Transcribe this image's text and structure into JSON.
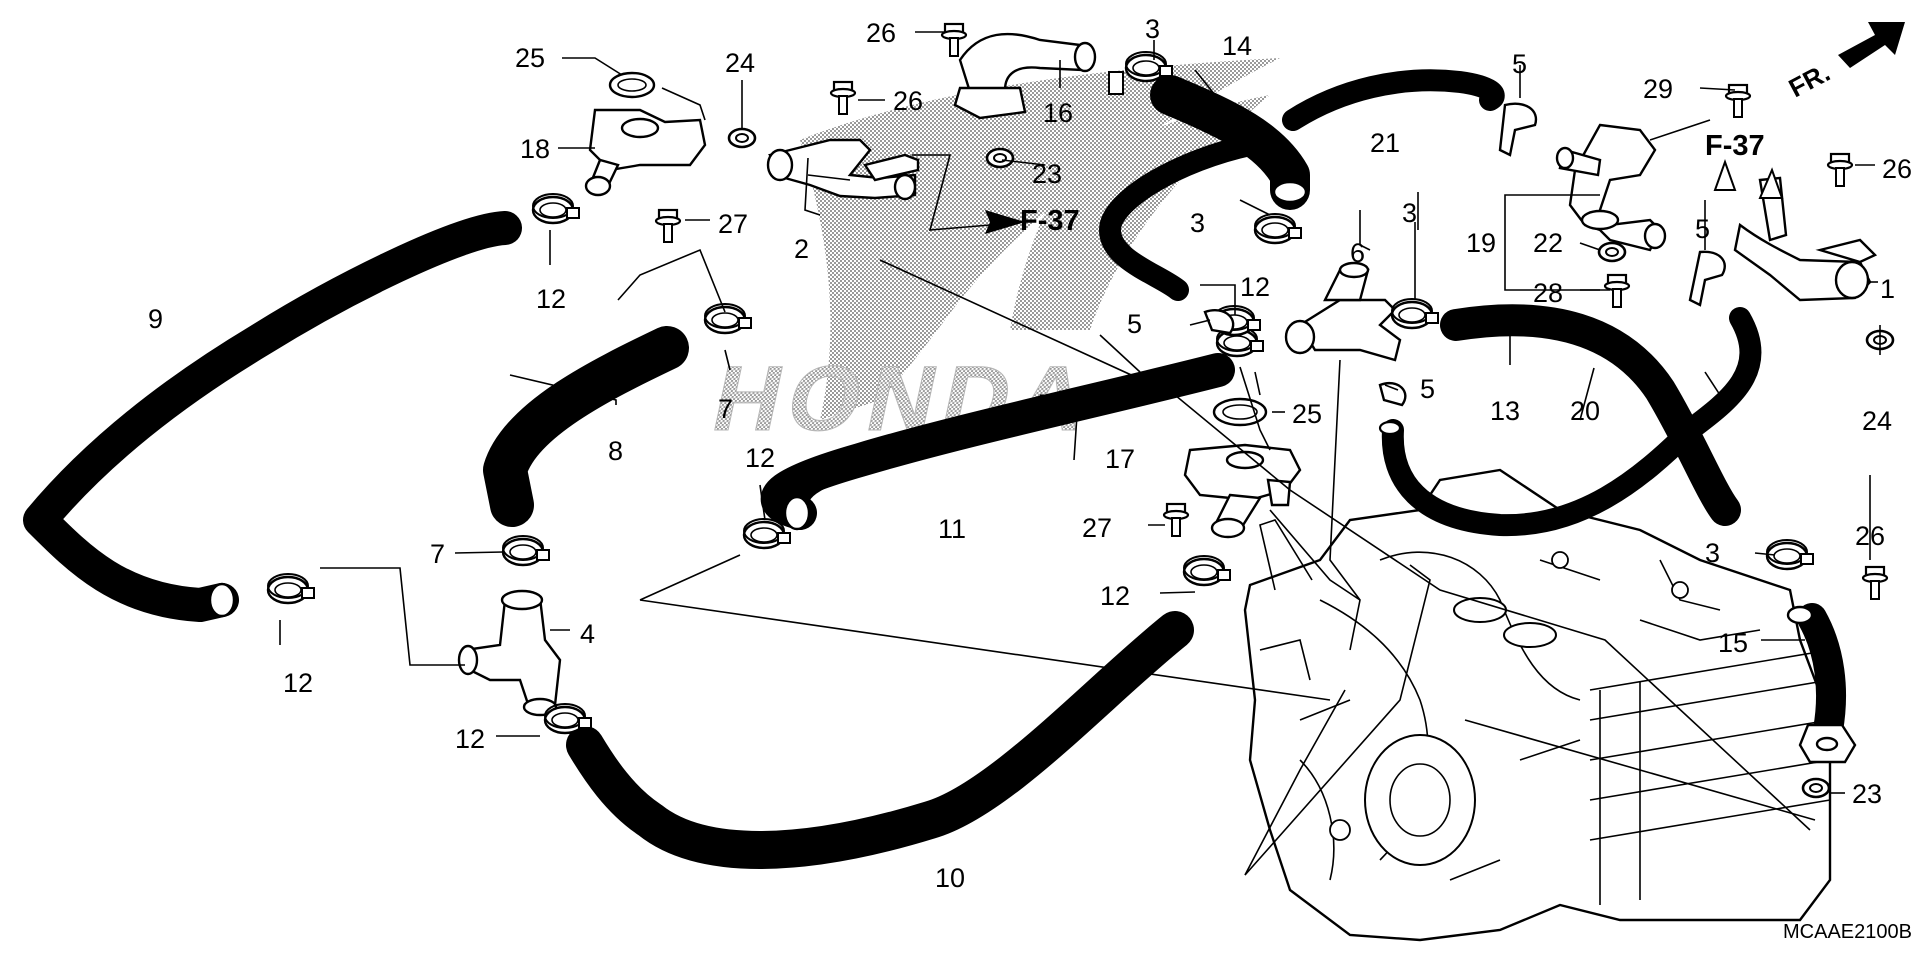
{
  "diagram": {
    "drawing_code": "MCAAE2100B",
    "front_marker": "FR.",
    "watermark": "HONDA",
    "references": [
      {
        "id": "ref-f37-center",
        "text": "F-37"
      },
      {
        "id": "ref-f37-right",
        "text": "F-37"
      }
    ],
    "callouts": [
      {
        "id": "c1",
        "text": "1"
      },
      {
        "id": "c2",
        "text": "2"
      },
      {
        "id": "c3a",
        "text": "3"
      },
      {
        "id": "c3b",
        "text": "3"
      },
      {
        "id": "c3c",
        "text": "3"
      },
      {
        "id": "c3d",
        "text": "3"
      },
      {
        "id": "c4",
        "text": "4"
      },
      {
        "id": "c5a",
        "text": "5"
      },
      {
        "id": "c5b",
        "text": "5"
      },
      {
        "id": "c5c",
        "text": "5"
      },
      {
        "id": "c5d",
        "text": "5"
      },
      {
        "id": "c6",
        "text": "6"
      },
      {
        "id": "c7a",
        "text": "7"
      },
      {
        "id": "c7b",
        "text": "7"
      },
      {
        "id": "c8",
        "text": "8"
      },
      {
        "id": "c9",
        "text": "9"
      },
      {
        "id": "c10",
        "text": "10"
      },
      {
        "id": "c11",
        "text": "11"
      },
      {
        "id": "c12a",
        "text": "12"
      },
      {
        "id": "c12b",
        "text": "12"
      },
      {
        "id": "c12c",
        "text": "12"
      },
      {
        "id": "c12d",
        "text": "12"
      },
      {
        "id": "c12e",
        "text": "12"
      },
      {
        "id": "c12f",
        "text": "12"
      },
      {
        "id": "c13",
        "text": "13"
      },
      {
        "id": "c14",
        "text": "14"
      },
      {
        "id": "c15",
        "text": "15"
      },
      {
        "id": "c16",
        "text": "16"
      },
      {
        "id": "c17",
        "text": "17"
      },
      {
        "id": "c18",
        "text": "18"
      },
      {
        "id": "c19",
        "text": "19"
      },
      {
        "id": "c20",
        "text": "20"
      },
      {
        "id": "c21",
        "text": "21"
      },
      {
        "id": "c22",
        "text": "22"
      },
      {
        "id": "c23a",
        "text": "23"
      },
      {
        "id": "c23b",
        "text": "23"
      },
      {
        "id": "c24a",
        "text": "24"
      },
      {
        "id": "c24b",
        "text": "24"
      },
      {
        "id": "c25a",
        "text": "25"
      },
      {
        "id": "c25b",
        "text": "25"
      },
      {
        "id": "c26a",
        "text": "26"
      },
      {
        "id": "c26b",
        "text": "26"
      },
      {
        "id": "c26c",
        "text": "26"
      },
      {
        "id": "c26d",
        "text": "26"
      },
      {
        "id": "c27a",
        "text": "27"
      },
      {
        "id": "c27b",
        "text": "27"
      },
      {
        "id": "c28",
        "text": "28"
      },
      {
        "id": "c29",
        "text": "29"
      }
    ]
  }
}
